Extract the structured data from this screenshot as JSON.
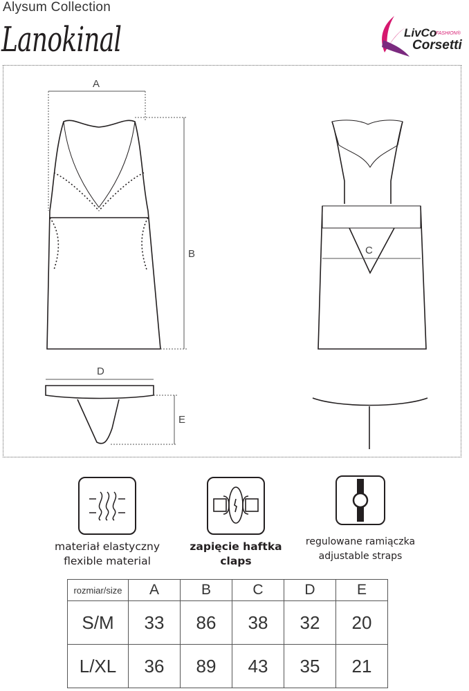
{
  "header": {
    "collection": "Alysum Collection",
    "model": "Lanokinal",
    "brand": {
      "line1": "LivCo",
      "line1_suffix": "FASHION®",
      "line2": "Corsetti",
      "colors": [
        "#d6186f",
        "#7b2a7f"
      ]
    }
  },
  "diagram_labels": {
    "A": "A",
    "B": "B",
    "C": "C",
    "D": "D",
    "E": "E"
  },
  "features": [
    {
      "icon": "wavy-lines-icon",
      "pl": "materiał elastyczny",
      "en": "flexible material"
    },
    {
      "icon": "clasp-icon",
      "pl": "zapięcie haftka",
      "en": "claps"
    },
    {
      "icon": "strap-adjuster-icon",
      "pl": "regulowane ramiączka",
      "en": "adjustable straps"
    }
  ],
  "size_table": {
    "header": [
      "rozmiar/size",
      "A",
      "B",
      "C",
      "D",
      "E"
    ],
    "rows": [
      [
        "S/M",
        "33",
        "86",
        "38",
        "32",
        "20"
      ],
      [
        "L/XL",
        "36",
        "89",
        "43",
        "35",
        "21"
      ]
    ]
  }
}
